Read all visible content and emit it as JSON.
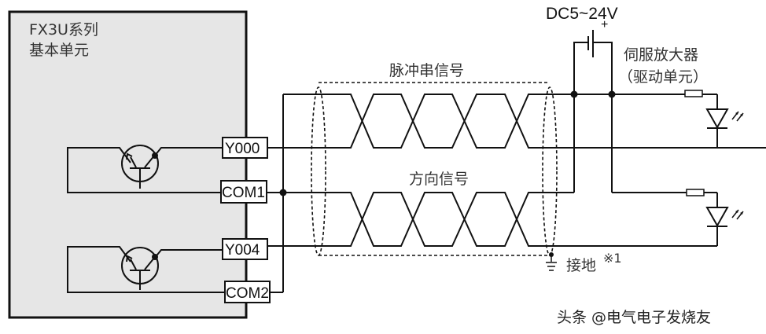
{
  "plc": {
    "title_line1": "FX3U系列",
    "title_line2": "基本单元",
    "terminals": [
      "Y000",
      "COM1",
      "Y004",
      "COM2"
    ]
  },
  "cable": {
    "pulse_label": "脉冲串信号",
    "direction_label": "方向信号"
  },
  "power": {
    "label": "DC5~24V",
    "plus": "+"
  },
  "servo": {
    "line1": "伺服放大器",
    "line2": "（驱动单元）"
  },
  "ground": {
    "label": "接地",
    "note": "※1"
  },
  "watermark": "头条 @电气电子发烧友",
  "colors": {
    "plc_fill": "#e6e6e6",
    "line": "#111111",
    "label": "#333333"
  }
}
